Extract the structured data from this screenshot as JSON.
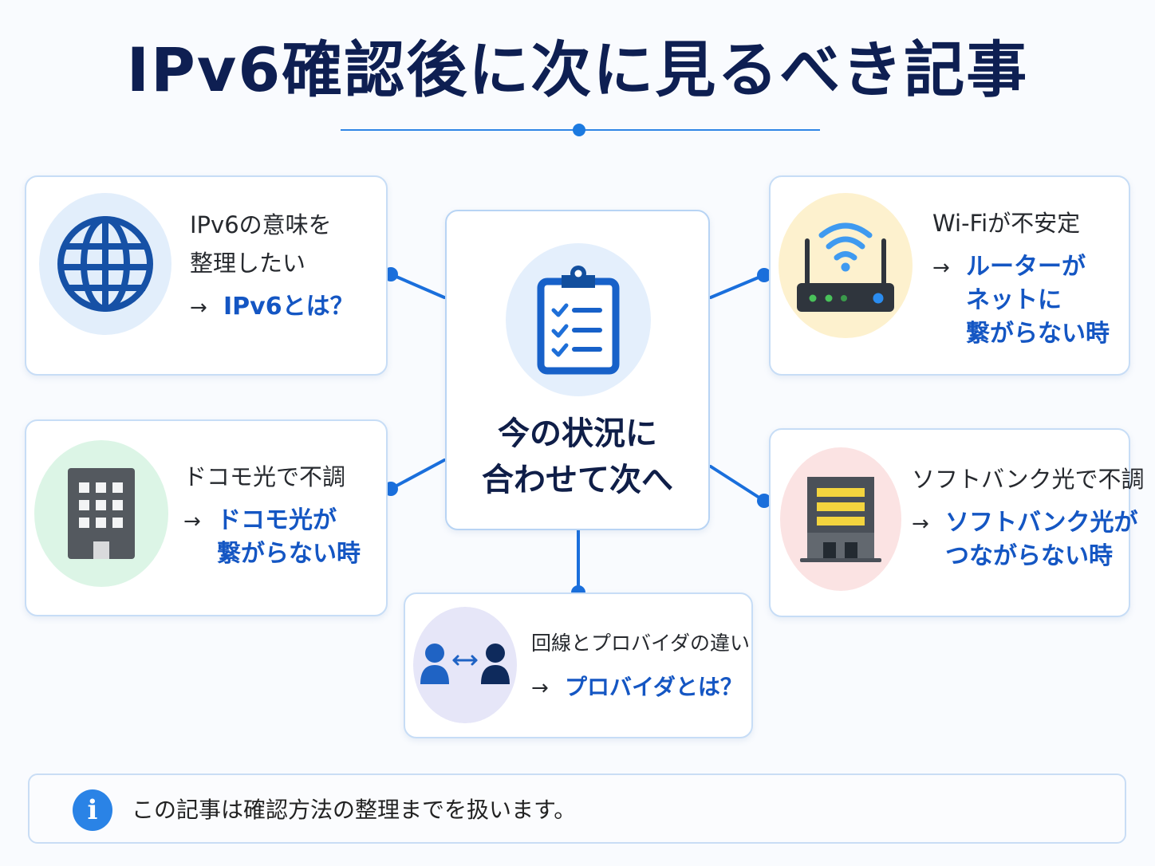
{
  "title": "IPv6確認後に次に見るべき記事",
  "center": {
    "icon": "clipboard-checklist-icon",
    "label_line1": "今の状況に",
    "label_line2": "合わせて次へ"
  },
  "cards": {
    "ipv6": {
      "icon": "globe-icon",
      "heading_line1": "IPv6の意味を",
      "heading_line2": "整理したい",
      "arrow": "→",
      "link_lines": [
        "IPv6とは？"
      ]
    },
    "wifi": {
      "icon": "wifi-router-icon",
      "heading_line1": "Wi-Fiが不安定",
      "arrow": "→",
      "link_lines": [
        "ルーターが",
        "ネットに",
        "繋がらない時"
      ]
    },
    "docomo": {
      "icon": "building-icon",
      "heading_line1": "ドコモ光で不調",
      "arrow": "→",
      "link_lines": [
        "ドコモ光が",
        "繋がらない時"
      ]
    },
    "softbank": {
      "icon": "office-building-icon",
      "heading_line1": "ソフトバンク光で不調",
      "arrow": "→",
      "link_lines": [
        "ソフトバンク光が",
        "つながらない時"
      ]
    },
    "provider": {
      "icon": "users-exchange-icon",
      "heading_line1": "回線とプロバイダの違い",
      "arrow": "→",
      "link_lines": [
        "プロバイダとは？"
      ]
    }
  },
  "note": {
    "icon": "info-icon",
    "icon_glyph": "i",
    "text": "この記事は確認方法の整理までを扱います。"
  },
  "colors": {
    "title": "#0e1f52",
    "accent": "#1c7ae0",
    "link": "#1456c3",
    "card_border": "#c7ddf6"
  }
}
